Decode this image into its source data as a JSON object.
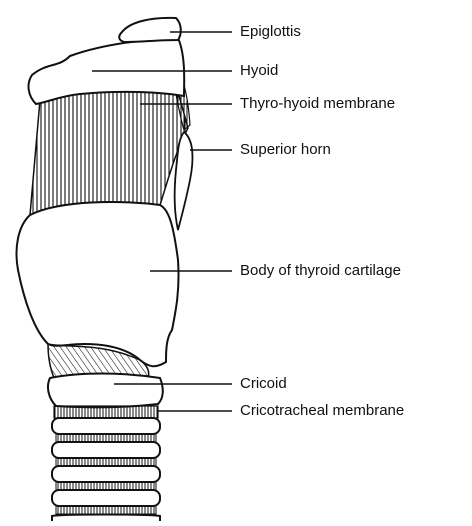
{
  "labels": {
    "epiglottis": "Epiglottis",
    "hyoid": "Hyoid",
    "thyrohyoid": "Thyro-hyoid membrane",
    "superior_horn": "Superior horn",
    "thyroid_body": "Body of thyroid cartilage",
    "cricoid": "Cricoid",
    "cricotracheal": "Cricotracheal membrane"
  },
  "colors": {
    "ink": "#111111",
    "background": "#ffffff"
  }
}
